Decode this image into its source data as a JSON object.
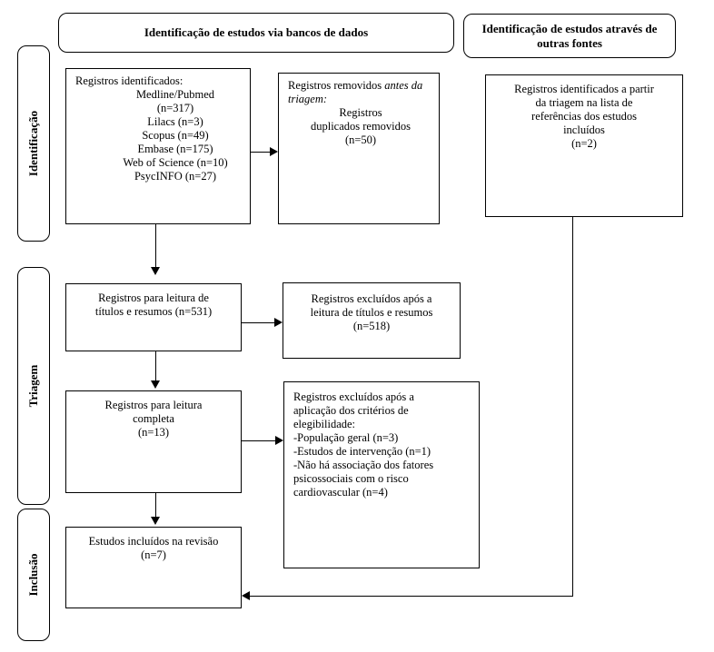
{
  "header_db": "Identificação de estudos via bancos de dados",
  "header_other": "Identificação de estudos através de outras fontes",
  "phases": {
    "identification": "Identificação",
    "screening": "Triagem",
    "inclusion": "Inclusão"
  },
  "identified": {
    "title": "Registros identificados:",
    "lines": [
      "Medline/Pubmed",
      "(n=317)",
      "Lilacs (n=3)",
      "Scopus (n=49)",
      "Embase (n=175)",
      "Web of Science (n=10)",
      "PsycINFO (n=27)"
    ]
  },
  "removed": {
    "prefix": "Registros removidos ",
    "italic": "antes da triagem:",
    "lines": [
      "Registros",
      "duplicados removidos",
      "(n=50)"
    ]
  },
  "other_sources": {
    "lines": [
      "Registros identificados a partir",
      "da triagem na lista de",
      "referências dos estudos",
      "incluídos",
      "(n=2)"
    ]
  },
  "screened": {
    "lines": [
      "Registros para leitura de",
      "títulos e resumos (n=531)"
    ]
  },
  "excluded_titles": {
    "lines": [
      "Registros excluídos após a",
      "leitura de títulos e resumos",
      "(n=518)"
    ]
  },
  "fulltext": {
    "lines": [
      "Registros para leitura",
      "completa",
      "(n=13)"
    ]
  },
  "excluded_fulltext": {
    "lines": [
      "Registros excluídos após a",
      "aplicação dos critérios de",
      "elegibilidade:",
      "-População geral (n=3)",
      "-Estudos de intervenção (n=1)",
      "-Não há associação dos fatores",
      "psicossociais com o risco",
      "cardiovascular (n=4)"
    ]
  },
  "included": {
    "lines": [
      "Estudos incluídos na revisão",
      "(n=7)"
    ]
  }
}
